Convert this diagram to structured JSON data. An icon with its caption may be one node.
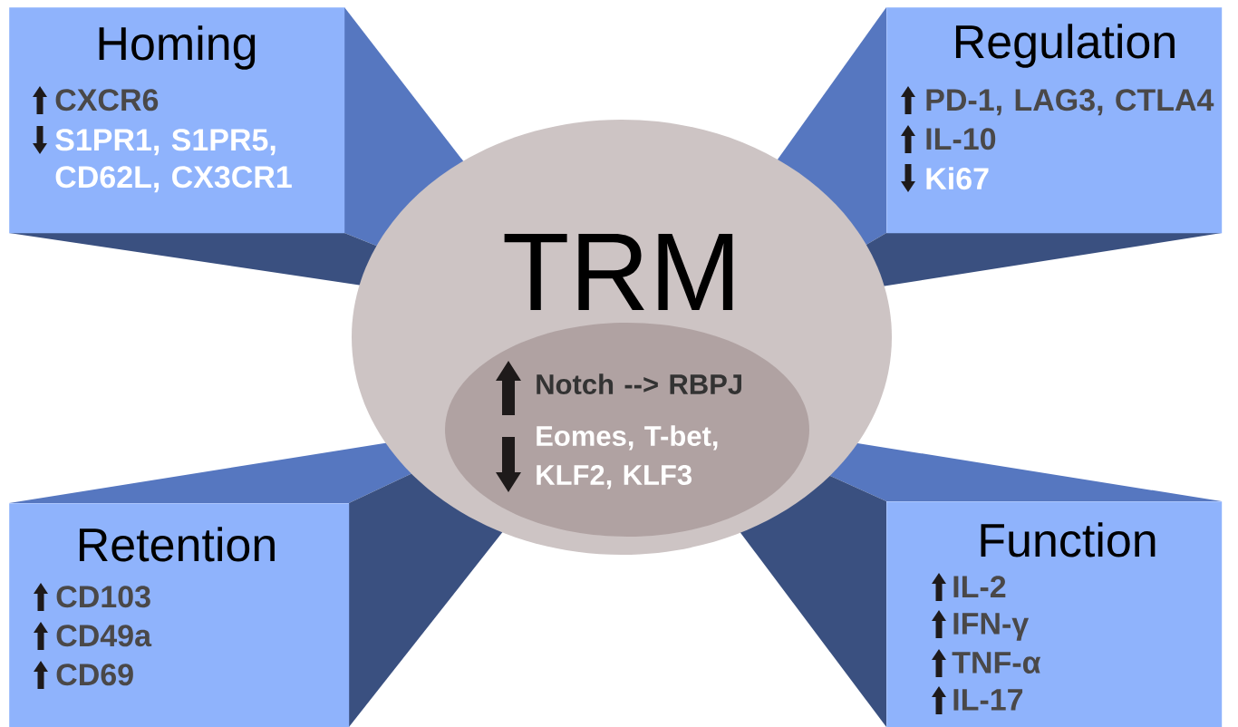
{
  "diagram": {
    "nodes": [
      {
        "text": [
          "TRM"
        ]
      },
      {
        "text": [
          "Notch --> RBPJ",
          "Eomes, T-bet, KLF2, KLF3"
        ],
        "in": 0
      },
      {
        "text": [
          "Homing",
          "CXCR6",
          "S1PR1, S1PR5, CD62L, CX3CR1"
        ]
      },
      {
        "text": [
          "Regulation",
          "PD-1, LAG3, CTLA4",
          "IL-10",
          "Ki67"
        ]
      },
      {
        "text": [
          "Retention",
          "CD103",
          "CD49a",
          "CD69"
        ]
      },
      {
        "text": [
          "Function",
          "IL-2",
          "IFN-γ",
          "TNF-α",
          "IL-17"
        ]
      }
    ]
  }
}
